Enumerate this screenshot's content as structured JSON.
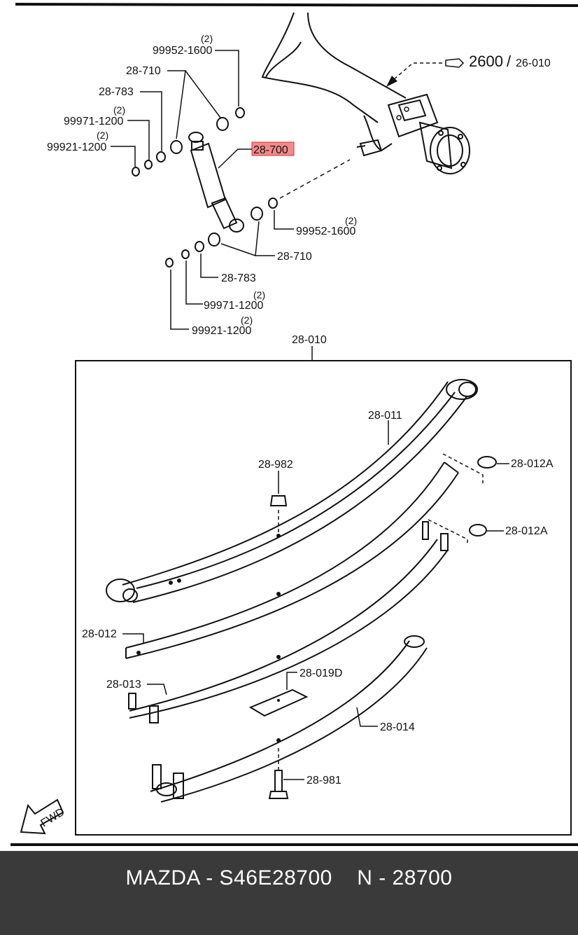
{
  "ref_labels": {
    "tl_qty1": "(2)",
    "tl_99952": "99952-1600",
    "tl_28710": "28-710",
    "tl_28783": "28-783",
    "tl_qty2": "(2)",
    "tl_99971": "99971-1200",
    "tl_qty3": "(2)",
    "tl_99921": "99921-1200",
    "axle_ref_a": "2600",
    "axle_ref_sep": "/",
    "axle_ref_b": "26-010",
    "shock": "28-700",
    "r_qty1": "(2)",
    "r_99952": "99952-1600",
    "r_28710": "28-710",
    "r_28783": "28-783",
    "r_qty2": "(2)",
    "r_99971": "99971-1200",
    "r_qty3": "(2)",
    "r_99921": "99921-1200",
    "spring_assy": "28-010",
    "leaf1": "28-011",
    "nut": "28-982",
    "pad1": "28-012A",
    "pad2": "28-012A",
    "leaf2": "28-012",
    "leaf3": "28-013",
    "spacer": "28-019D",
    "leaf4": "28-014",
    "bolt": "28-981",
    "fwd": "FWD"
  },
  "colors": {
    "highlight": "#f48a8a",
    "line": "#111111",
    "footer_bg": "#3a3a3a"
  },
  "footer": {
    "text": "MAZDA - S46E28700    N - 28700"
  }
}
